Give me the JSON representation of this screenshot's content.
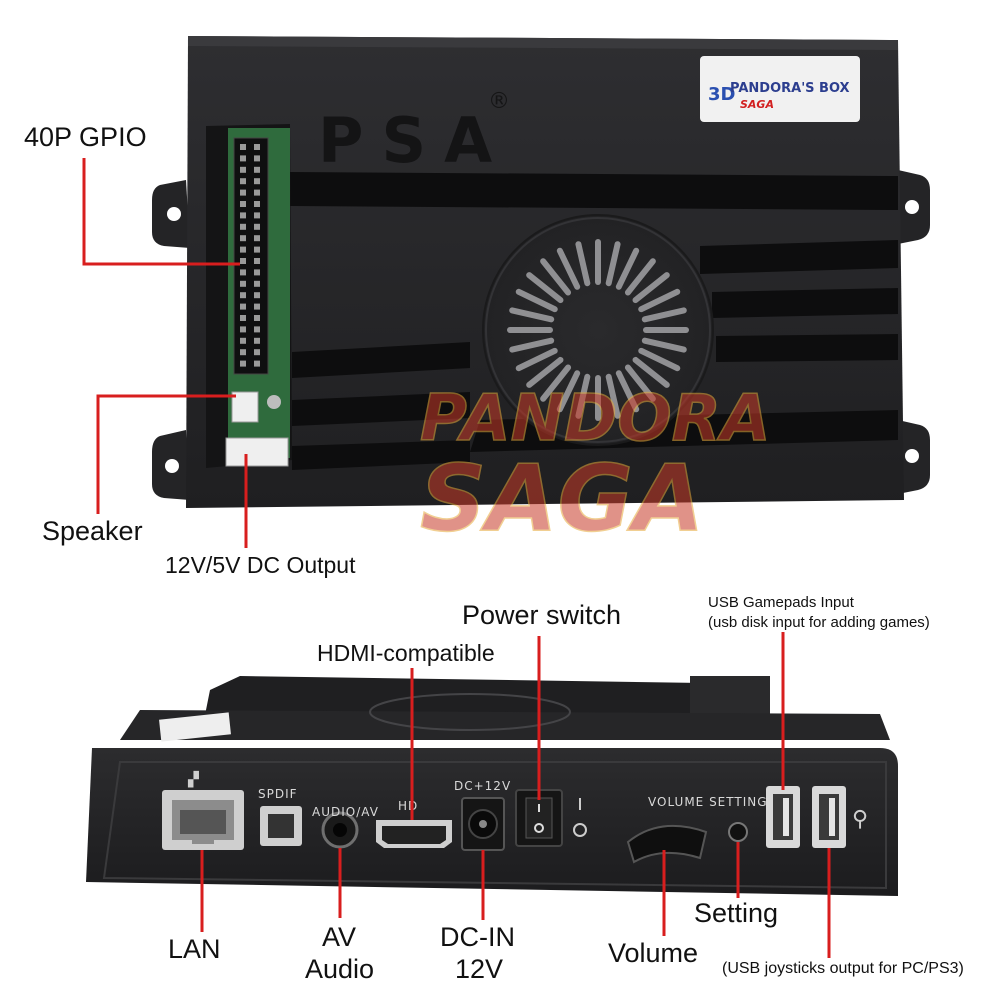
{
  "top_device": {
    "brand": "PSA",
    "registered_mark": "®",
    "sticker_text": "PANDORA'S BOX",
    "sticker_subtext": "SAGA",
    "sticker_prefix": "3D"
  },
  "watermark": {
    "line1": "PANDORA",
    "line2": "SAGA"
  },
  "callouts_top": {
    "gpio": "40P GPIO",
    "speaker": "Speaker",
    "dc_output": "12V/5V DC Output"
  },
  "panel_silk": {
    "spdif": "SPDIF",
    "audio_av": "AUDIO/AV",
    "hd": "HD",
    "dc12v": "DC+12V",
    "volume_setting": "VOLUME SETTING"
  },
  "callouts_bottom": {
    "power_switch": "Power switch",
    "hdmi": "HDMI-compatible",
    "usb_in_line1": "USB Gamepads Input",
    "usb_in_line2": "(usb disk input for adding games)",
    "lan": "LAN",
    "av_line1": "AV",
    "av_line2": "Audio",
    "dcin_line1": "DC-IN",
    "dcin_line2": "12V",
    "volume": "Volume",
    "setting": "Setting",
    "usb_out": "(USB joysticks output for PC/PS3)"
  },
  "colors": {
    "leader": "#d81e1e",
    "device_body": "#2a2a2c",
    "pcb_green": "#2f6b3d"
  }
}
